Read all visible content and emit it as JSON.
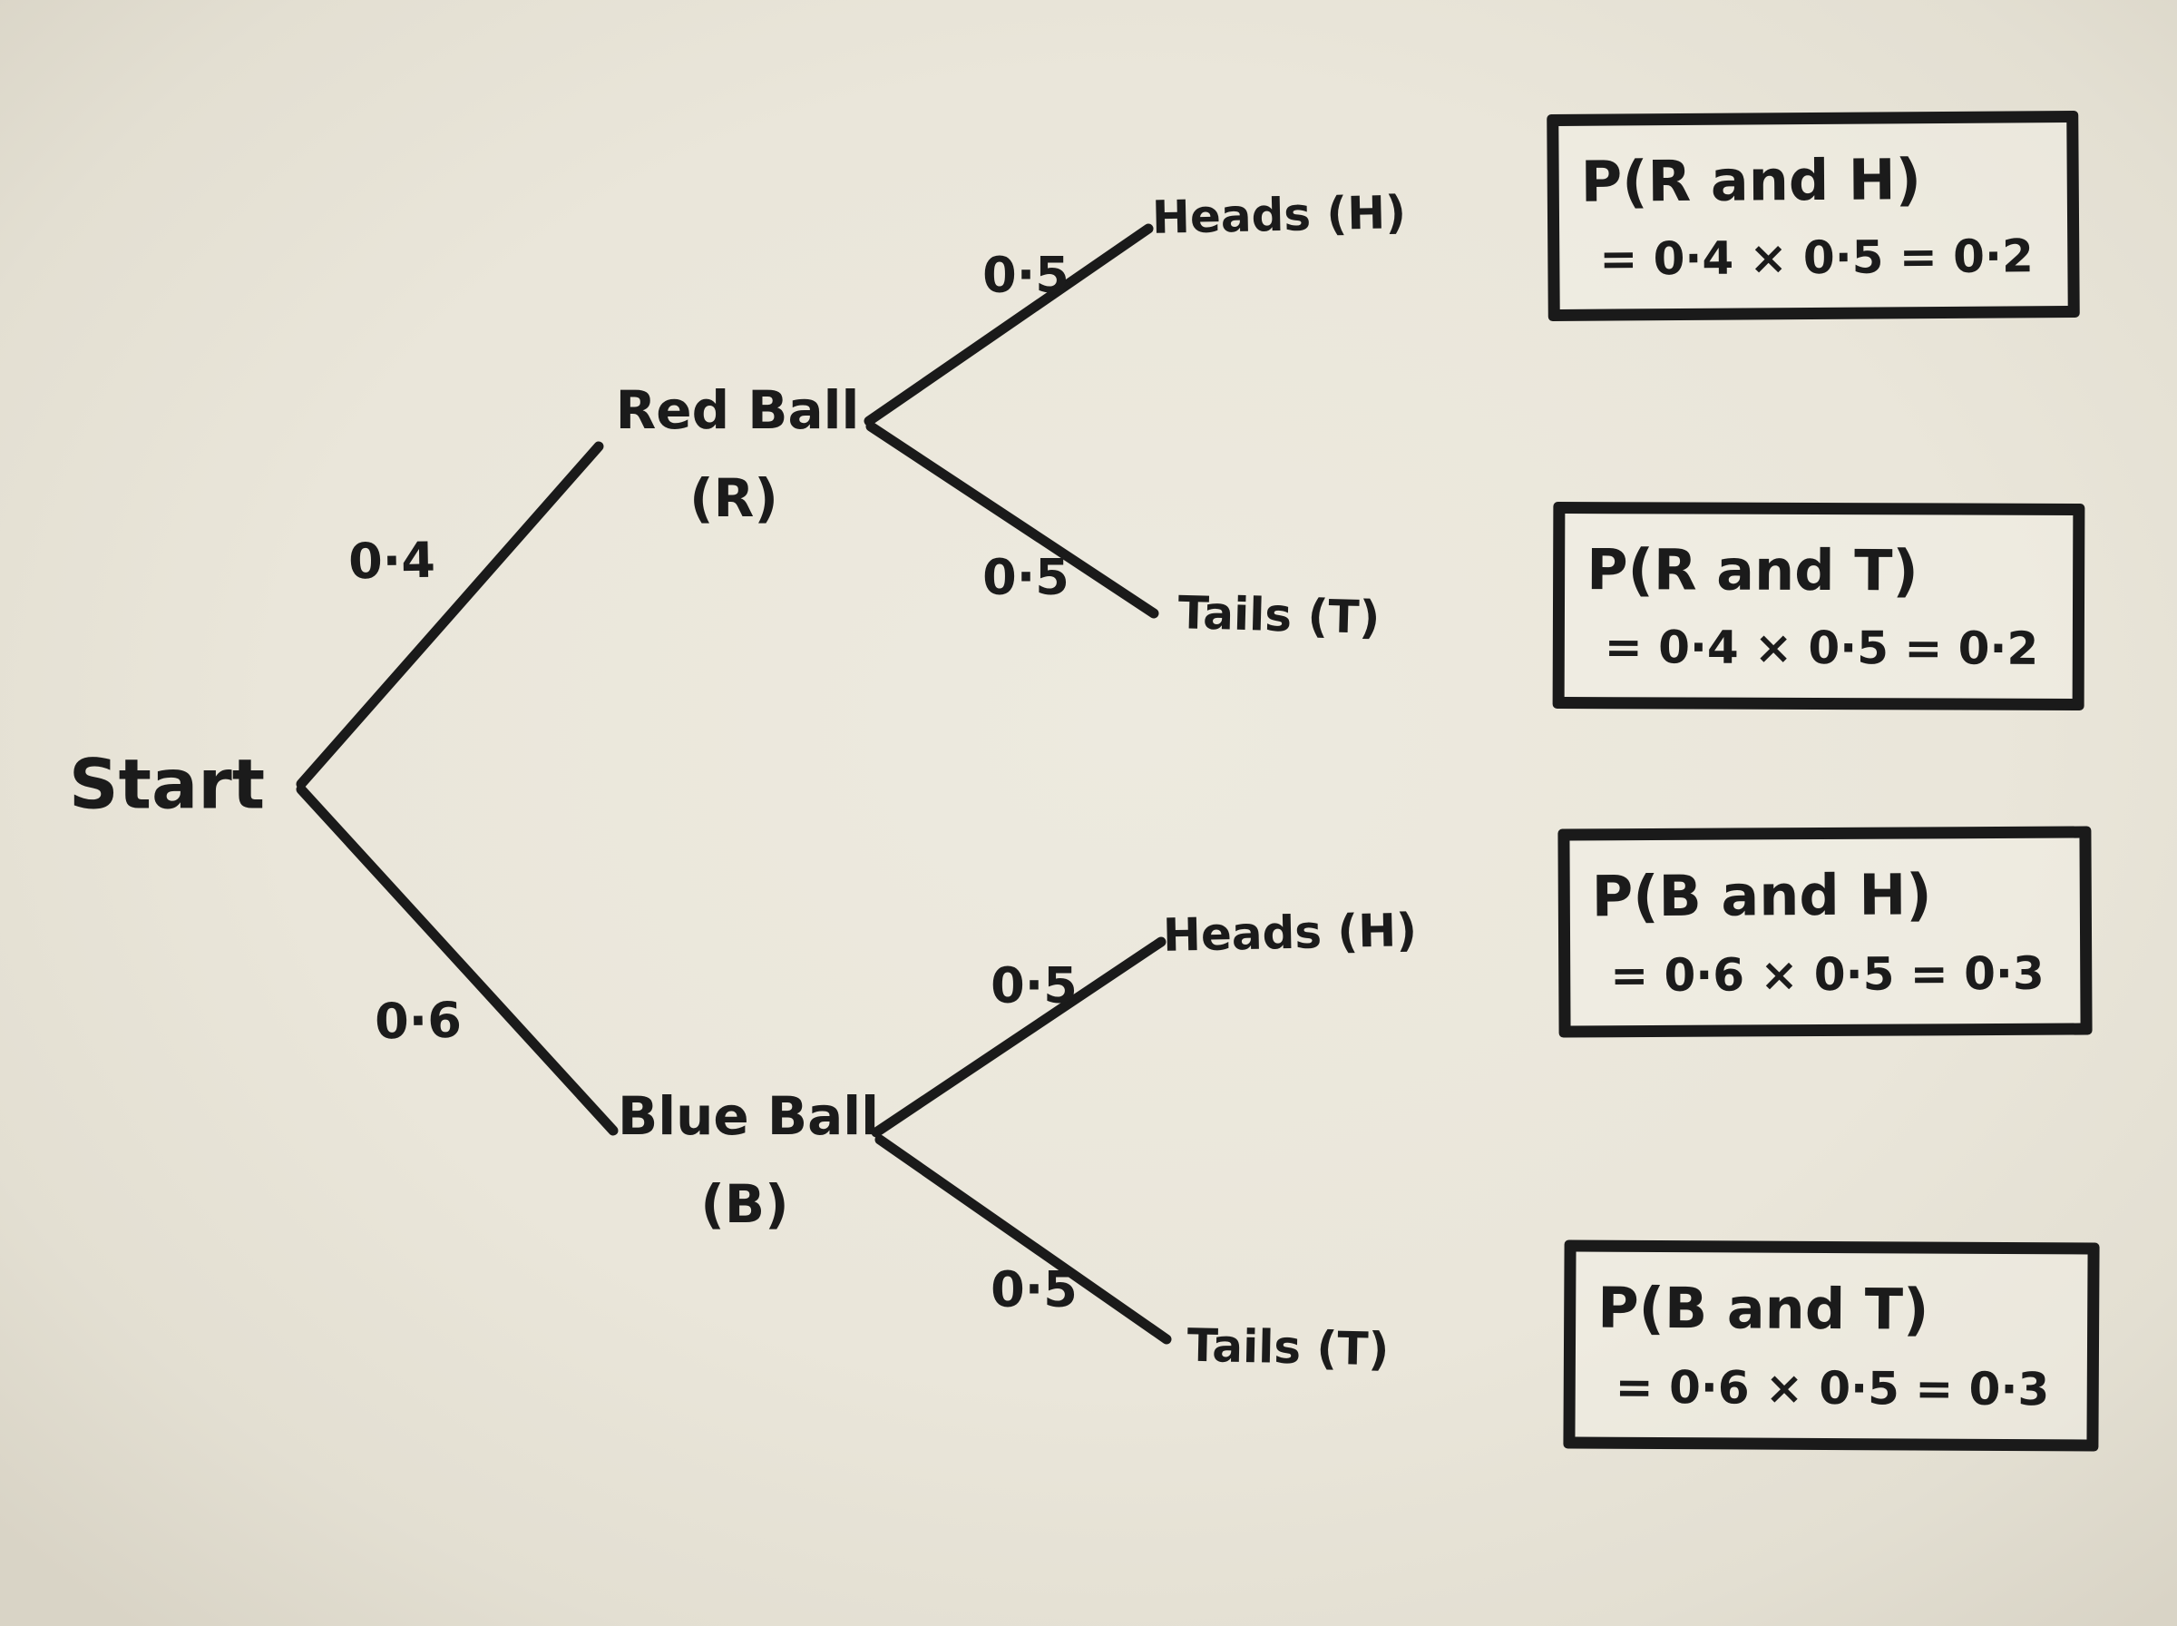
{
  "colors": {
    "background": "#eae6da",
    "ink": "#1a1a1a"
  },
  "tree": {
    "root_label": "Start",
    "branches": [
      {
        "probability": "0·4",
        "node_label": "Red Ball",
        "node_symbol": "(R)",
        "children": [
          {
            "probability": "0·5",
            "outcome": "Heads (H)"
          },
          {
            "probability": "0·5",
            "outcome": "Tails (T)"
          }
        ]
      },
      {
        "probability": "0·6",
        "node_label": "Blue Ball",
        "node_symbol": "(B)",
        "children": [
          {
            "probability": "0·5",
            "outcome": "Heads (H)"
          },
          {
            "probability": "0·5",
            "outcome": "Tails (T)"
          }
        ]
      }
    ]
  },
  "result_boxes": [
    {
      "title": "P(R and H)",
      "calculation": "= 0·4 × 0·5 = 0·2"
    },
    {
      "title": "P(R and T)",
      "calculation": "= 0·4 × 0·5 = 0·2"
    },
    {
      "title": "P(B and H)",
      "calculation": "= 0·6 × 0·5 = 0·3"
    },
    {
      "title": "P(B and T)",
      "calculation": "= 0·6 × 0·5 = 0·3"
    }
  ]
}
